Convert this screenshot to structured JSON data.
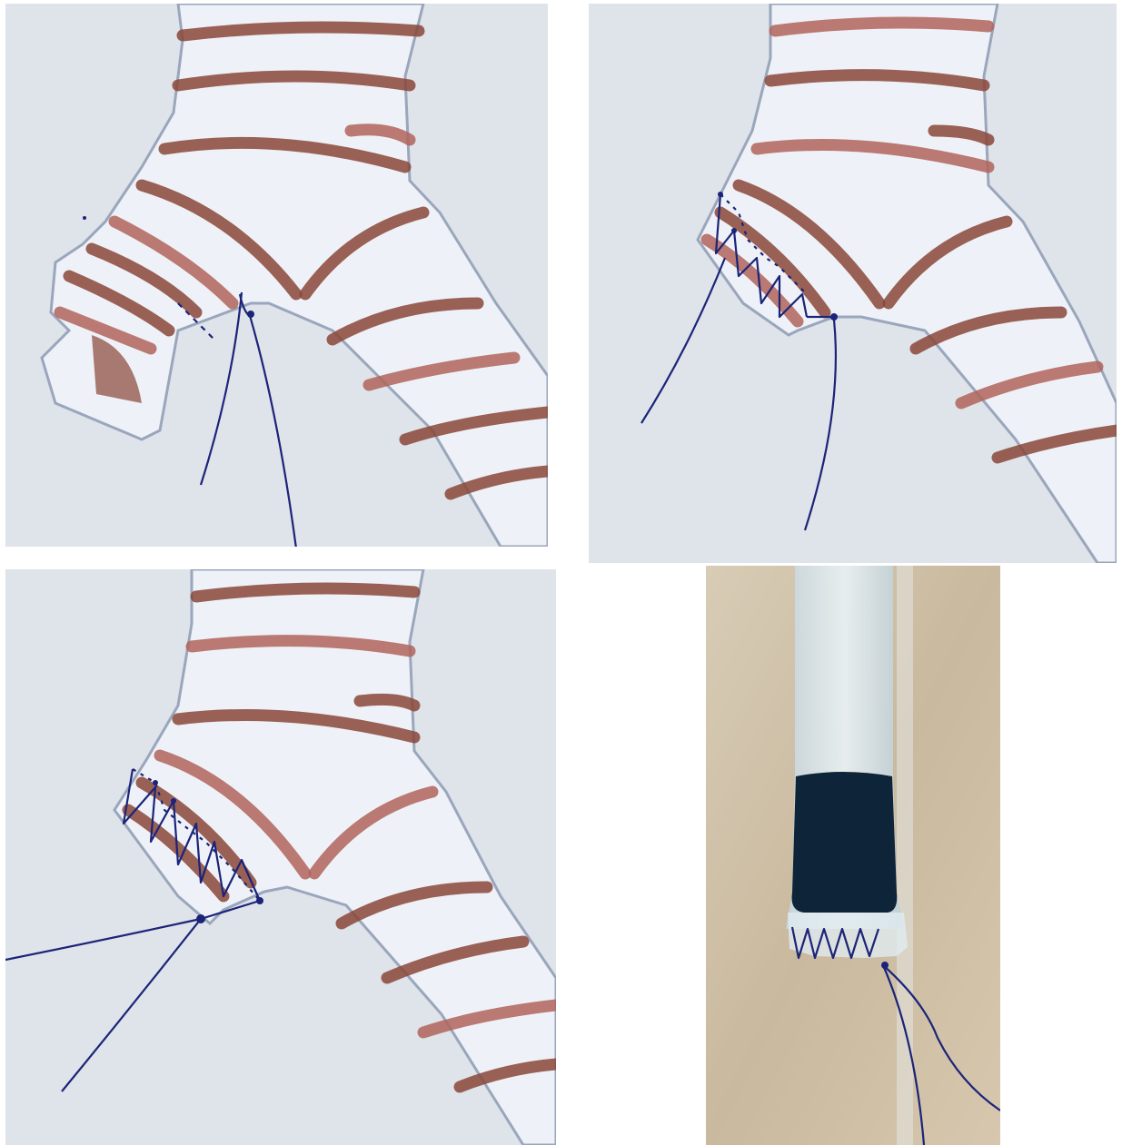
{
  "figure": {
    "panels": [
      {
        "id": "p1",
        "type": "illustration",
        "subject": "tracheal-bifurcation-model",
        "stage": 1
      },
      {
        "id": "p2",
        "type": "illustration",
        "subject": "tracheal-bifurcation-model",
        "stage": 2
      },
      {
        "id": "p3",
        "type": "illustration",
        "subject": "tracheal-bifurcation-model",
        "stage": 3
      },
      {
        "id": "p4",
        "type": "photo",
        "subject": "tube-with-blue-liquid-and-suture"
      }
    ]
  },
  "colors": {
    "background": "#dfe3ea",
    "tissue": "#eef2f8",
    "tissue_shade": "#9aa6bc",
    "stripe": "#8a4638",
    "stripe_light": "#b0645a",
    "suture": "#1b2478",
    "photo_wall": "#cdbfa6",
    "tube": "#d9e6ec",
    "liquid": "#0e2438"
  }
}
